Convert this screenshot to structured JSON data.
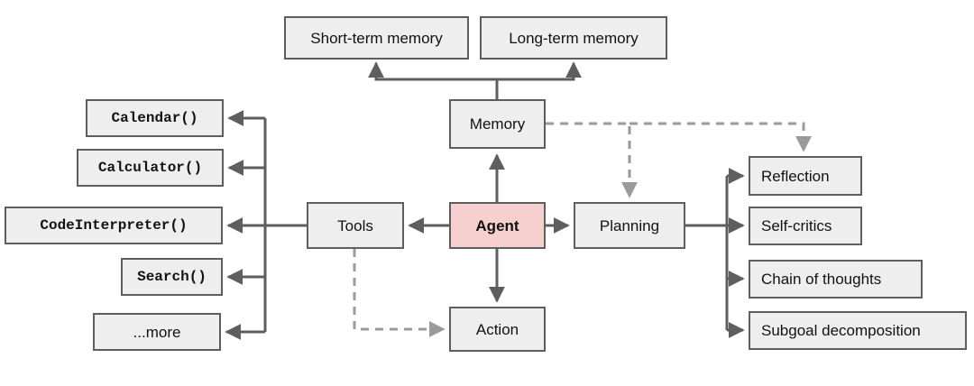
{
  "diagram": {
    "title": "LLM-powered autonomous agent system overview",
    "type": "block-diagram",
    "colors": {
      "node_fill": "#eeeeee",
      "node_border": "#5e5e5e",
      "accent_fill": "#f6cfcf",
      "edge_solid": "#5e5e5e",
      "edge_dashed": "#9a9a9a",
      "background": "#ffffff",
      "text": "#121212"
    },
    "nodes": {
      "short_term_memory": "Short-term memory",
      "long_term_memory": "Long-term memory",
      "memory": "Memory",
      "agent": "Agent",
      "tools": "Tools",
      "planning": "Planning",
      "action": "Action",
      "calendar": "Calendar()",
      "calculator": "Calculator()",
      "code_interpreter": "CodeInterpreter()",
      "search": "Search()",
      "more": "...more",
      "reflection": "Reflection",
      "self_critics": "Self-critics",
      "chain_of_thoughts": "Chain of thoughts",
      "subgoal_decomposition": "Subgoal decomposition"
    },
    "edges": [
      {
        "from": "memory",
        "to": "short_term_memory",
        "style": "solid"
      },
      {
        "from": "memory",
        "to": "long_term_memory",
        "style": "solid"
      },
      {
        "from": "agent",
        "to": "memory",
        "style": "solid"
      },
      {
        "from": "agent",
        "to": "tools",
        "style": "solid"
      },
      {
        "from": "agent",
        "to": "planning",
        "style": "solid"
      },
      {
        "from": "agent",
        "to": "action",
        "style": "solid"
      },
      {
        "from": "tools",
        "to": "calendar",
        "style": "solid"
      },
      {
        "from": "tools",
        "to": "calculator",
        "style": "solid"
      },
      {
        "from": "tools",
        "to": "code_interpreter",
        "style": "solid"
      },
      {
        "from": "tools",
        "to": "search",
        "style": "solid"
      },
      {
        "from": "tools",
        "to": "more",
        "style": "solid"
      },
      {
        "from": "planning",
        "to": "reflection",
        "style": "solid"
      },
      {
        "from": "planning",
        "to": "self_critics",
        "style": "solid"
      },
      {
        "from": "planning",
        "to": "chain_of_thoughts",
        "style": "solid"
      },
      {
        "from": "planning",
        "to": "subgoal_decomposition",
        "style": "solid"
      },
      {
        "from": "memory",
        "to": "planning",
        "style": "dashed"
      },
      {
        "from": "memory",
        "to": "reflection",
        "style": "dashed"
      },
      {
        "from": "tools",
        "to": "action",
        "style": "dashed"
      }
    ]
  }
}
